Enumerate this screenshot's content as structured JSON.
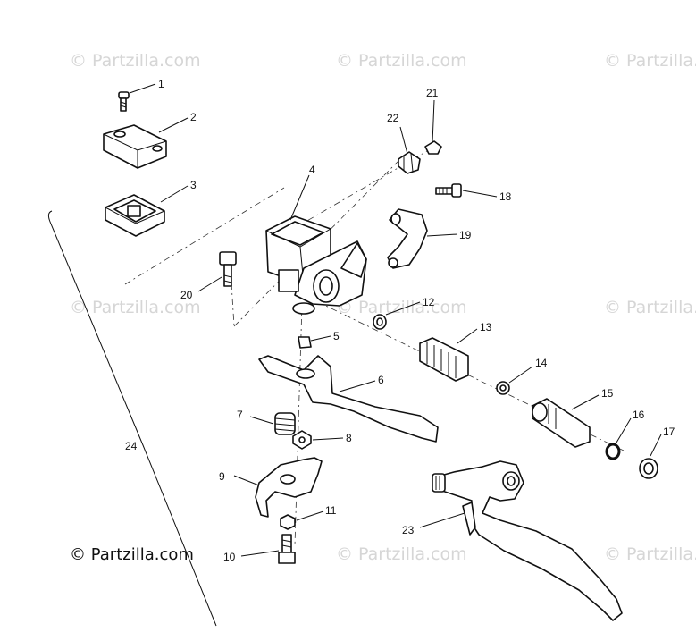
{
  "watermark": "© Partzilla.com",
  "logo": "© Partzilla.com",
  "callouts": [
    "1",
    "2",
    "3",
    "4",
    "5",
    "6",
    "7",
    "8",
    "9",
    "10",
    "11",
    "12",
    "13",
    "14",
    "15",
    "16",
    "17",
    "18",
    "19",
    "20",
    "21",
    "22",
    "23",
    "24"
  ]
}
